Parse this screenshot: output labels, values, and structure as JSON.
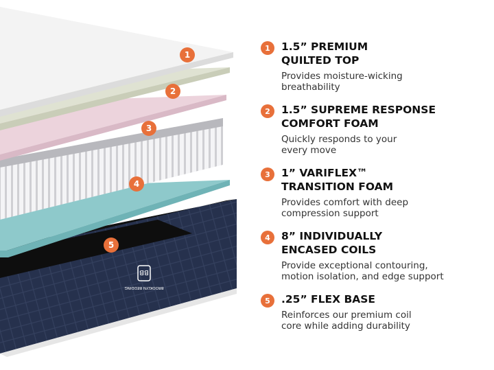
{
  "accent_color": "#E8703A",
  "logo_text": "BROOKLYN BEDDING",
  "layers": [
    {
      "number": "1",
      "title_line1": "1.5” PREMIUM",
      "title_line2": "QUILTED TOP",
      "desc_line1": "Provides moisture-wicking",
      "desc_line2": "breathability"
    },
    {
      "number": "2",
      "title_line1": "1.5” SUPREME RESPONSE",
      "title_line2": "COMFORT FOAM",
      "desc_line1": "Quickly responds to your",
      "desc_line2": "every move"
    },
    {
      "number": "3",
      "title_line1": "1” VARIFLEX™",
      "title_line2": "TRANSITION FOAM",
      "desc_line1": "Provides comfort with deep",
      "desc_line2": "compression support"
    },
    {
      "number": "4",
      "title_line1": "8” INDIVIDUALLY",
      "title_line2": "ENCASED COILS",
      "desc_line1": "Provide exceptional contouring,",
      "desc_line2": "motion isolation, and edge support"
    },
    {
      "number": "5",
      "title_line1": ".25” FLEX BASE",
      "title_line2": "",
      "desc_line1": "Reinforces our premium coil",
      "desc_line2": "core while adding durability"
    }
  ]
}
